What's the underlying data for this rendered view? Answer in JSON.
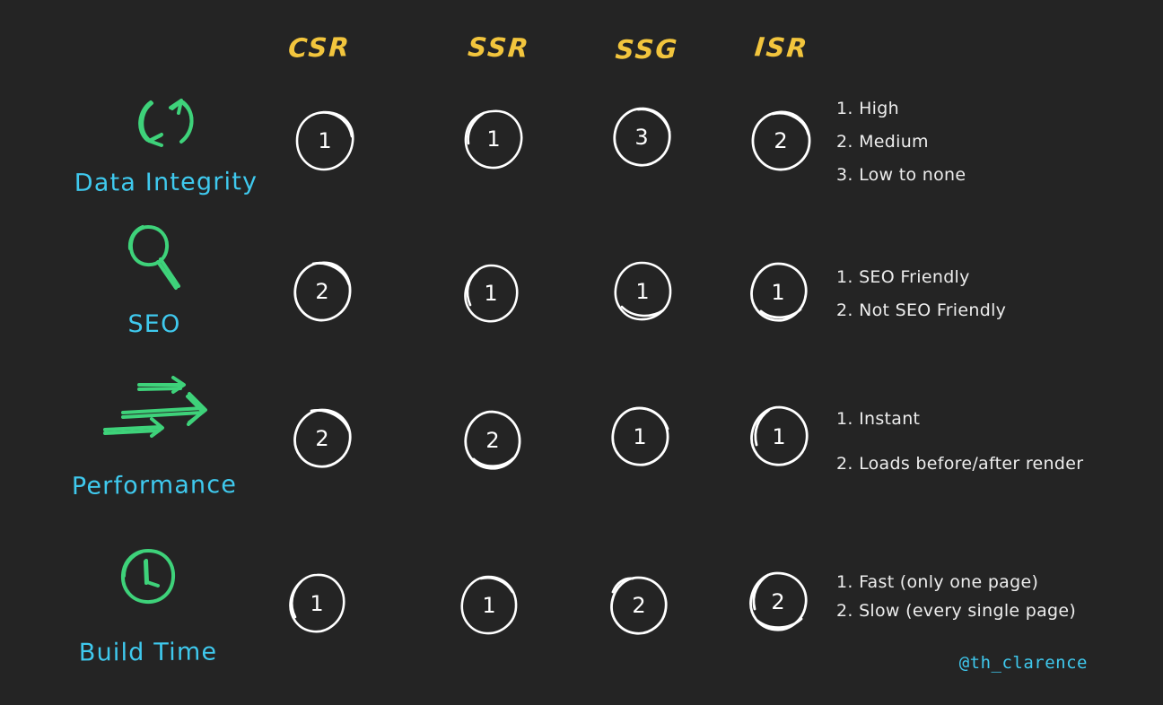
{
  "background_color": "#242424",
  "colors": {
    "accent_cyan": "#3FC9EE",
    "accent_green": "#3ED27A",
    "accent_yellow": "#F2C53D",
    "text_white": "#EDEDED"
  },
  "columns": [
    {
      "label": "CSR"
    },
    {
      "label": "SSR"
    },
    {
      "label": "SSG"
    },
    {
      "label": "ISR"
    }
  ],
  "rows": [
    {
      "label": "Data Integrity",
      "icon": "refresh-sync-icon",
      "scores": [
        "1",
        "1",
        "3",
        "2"
      ],
      "legend": [
        "1. High",
        "2. Medium",
        "3. Low to none"
      ]
    },
    {
      "label": "SEO",
      "icon": "magnifying-glass-icon",
      "scores": [
        "2",
        "1",
        "1",
        "1"
      ],
      "legend": [
        "1. SEO Friendly",
        "2. Not SEO Friendly"
      ]
    },
    {
      "label": "Performance",
      "icon": "speed-arrows-icon",
      "scores": [
        "2",
        "2",
        "1",
        "1"
      ],
      "legend": [
        "1. Instant",
        "2. Loads before/after render"
      ]
    },
    {
      "label": "Build Time",
      "icon": "clock-icon",
      "scores": [
        "1",
        "1",
        "2",
        "2"
      ],
      "legend": [
        "1. Fast (only one page)",
        "2. Slow (every single page)"
      ]
    }
  ],
  "footer": {
    "handle": "@th_clarence"
  }
}
